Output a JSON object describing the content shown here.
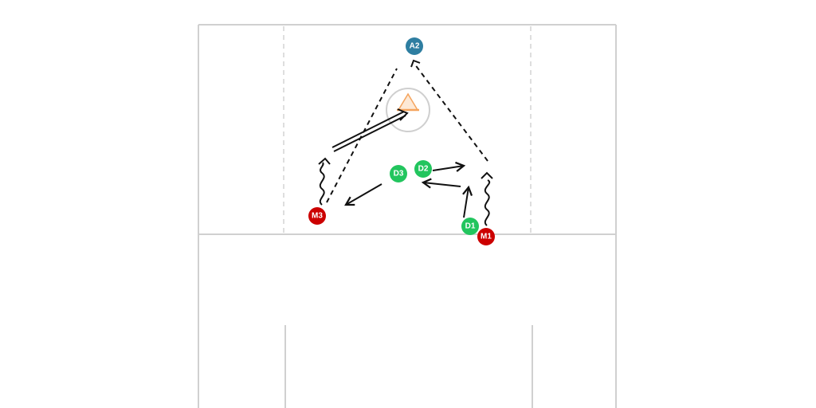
{
  "colors": {
    "field_line": "#d0d0d0",
    "dashed_line": "#c8c8c8",
    "attack": "#2e7ea1",
    "midfield": "#cc0000",
    "defense": "#22c55e",
    "arrow": "#111111",
    "goal_cone": "#f5a45d",
    "goal_crease": "#cfcfcf"
  },
  "players": [
    {
      "id": "A2",
      "label": "A2",
      "role": "attack"
    },
    {
      "id": "D2",
      "label": "D2",
      "role": "defense"
    },
    {
      "id": "D3",
      "label": "D3",
      "role": "defense"
    },
    {
      "id": "D1",
      "label": "D1",
      "role": "defense"
    },
    {
      "id": "M3",
      "label": "M3",
      "role": "midfield"
    },
    {
      "id": "M1",
      "label": "M1",
      "role": "midfield"
    }
  ],
  "icons": {
    "goal": "triangle-cone-icon"
  }
}
